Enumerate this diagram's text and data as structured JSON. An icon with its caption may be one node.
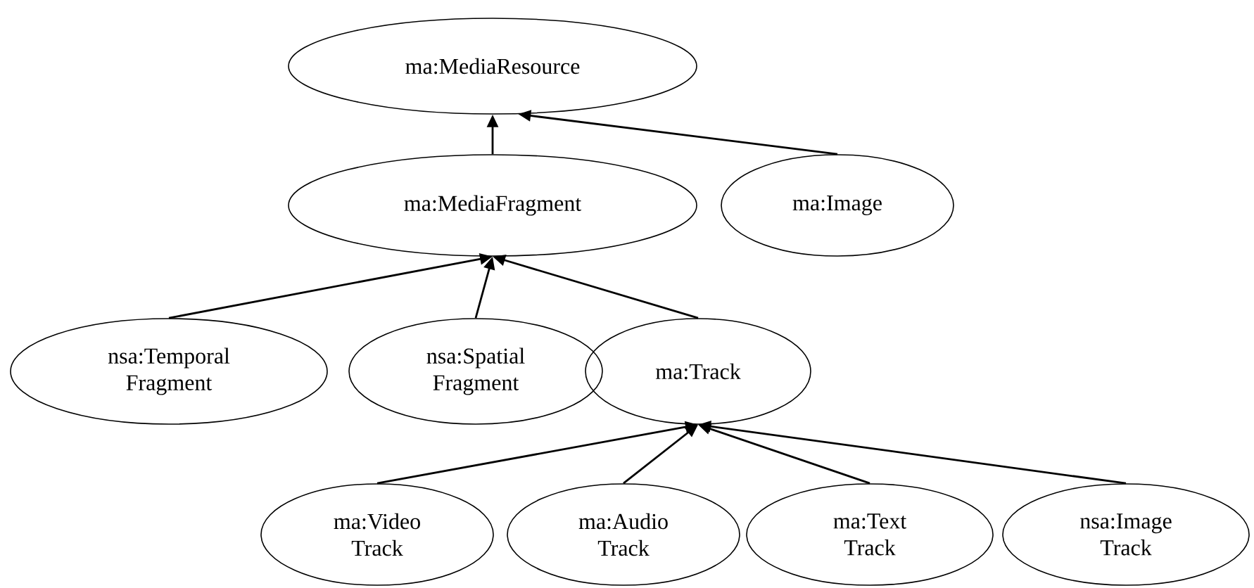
{
  "diagram": {
    "nodes": [
      {
        "text": [
          "ma:MediaResource"
        ]
      },
      {
        "text": [
          "ma:MediaFragment"
        ]
      },
      {
        "text": [
          "ma:Image"
        ]
      },
      {
        "text": [
          "nsa:Temporal Fragment"
        ]
      },
      {
        "text": [
          "nsa:Spatial Fragment"
        ]
      },
      {
        "text": [
          "ma:Track"
        ]
      },
      {
        "text": [
          "ma:Video Track"
        ]
      },
      {
        "text": [
          "ma:Audio Track"
        ]
      },
      {
        "text": [
          "ma:Text Track"
        ]
      },
      {
        "text": [
          "nsa:Image Track"
        ]
      }
    ],
    "edges": [
      {
        "from": 1,
        "to": 0,
        "arrow": "to"
      },
      {
        "from": 2,
        "to": 0,
        "arrow": "to"
      },
      {
        "from": 3,
        "to": 1,
        "arrow": "to"
      },
      {
        "from": 4,
        "to": 1,
        "arrow": "to"
      },
      {
        "from": 5,
        "to": 1,
        "arrow": "to"
      },
      {
        "from": 6,
        "to": 5,
        "arrow": "to"
      },
      {
        "from": 7,
        "to": 5,
        "arrow": "to"
      },
      {
        "from": 8,
        "to": 5,
        "arrow": "to"
      },
      {
        "from": 9,
        "to": 5,
        "arrow": "to"
      }
    ]
  }
}
